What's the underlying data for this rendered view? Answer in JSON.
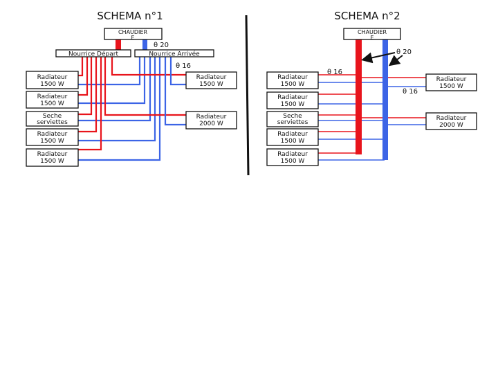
{
  "schema1": {
    "title": "SCHEMA n°1",
    "boiler": {
      "line1": "CHAUDIER",
      "line2": "E"
    },
    "manifold_supply": "Nourrice Départ",
    "manifold_return": "Nourrice Arrivée",
    "temp_supply": "θ 20",
    "temp_return": "θ 16",
    "left_emitters": [
      {
        "line1": "Radiateur",
        "line2": "1500 W"
      },
      {
        "line1": "Radiateur",
        "line2": "1500 W"
      },
      {
        "line1": "Seche",
        "line2": "serviettes"
      },
      {
        "line1": "Radiateur",
        "line2": "1500 W"
      },
      {
        "line1": "Radiateur",
        "line2": "1500 W"
      }
    ],
    "right_emitters": [
      {
        "line1": "Radiateur",
        "line2": "1500 W"
      },
      {
        "line1": "Radiateur",
        "line2": "2000 W"
      }
    ]
  },
  "schema2": {
    "title": "SCHEMA n°2",
    "boiler": {
      "line1": "CHAUDIER",
      "line2": "E"
    },
    "temp_collector": "θ 20",
    "temp_left": "θ 16",
    "temp_right": "θ 16",
    "left_emitters": [
      {
        "line1": "Radiateur",
        "line2": "1500 W"
      },
      {
        "line1": "Radiateur",
        "line2": "1500 W"
      },
      {
        "line1": "Seche",
        "line2": "serviettes"
      },
      {
        "line1": "Radiateur",
        "line2": "1500 W"
      },
      {
        "line1": "Radiateur",
        "line2": "1500 W"
      }
    ],
    "right_emitters": [
      {
        "line1": "Radiateur",
        "line2": "1500 W"
      },
      {
        "line1": "Radiateur",
        "line2": "2000 W"
      }
    ]
  },
  "colors": {
    "supply": "#e8141c",
    "return": "#3c64e6",
    "ink": "#111111"
  }
}
